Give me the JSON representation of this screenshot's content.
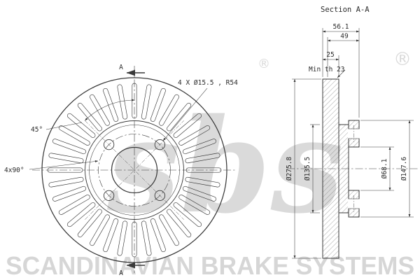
{
  "bg": "#ffffff",
  "line_color": "#3a3a3a",
  "watermark": {
    "logo": "sbs",
    "registered": "®",
    "registered2": "®",
    "banner": "SCANDINAVIAN BRAKE SYSTEMS"
  },
  "section_title": "Section A-A",
  "front_view": {
    "section_marker_top": "A",
    "section_marker_bottom": "A",
    "holes_note": "4 X Ø15.5 , R54",
    "angle_45": "45°",
    "angle_pattern": "4x90°"
  },
  "section_view": {
    "width_total": "56.1",
    "width_hat": "49",
    "width_disc": "25",
    "min_thickness": "Min th 23",
    "dia_outer": "Ø275.8",
    "dia_hat_inner": "Ø135.5",
    "dia_bore": "Ø68.1",
    "dia_hat_outer": "Ø147.6"
  }
}
